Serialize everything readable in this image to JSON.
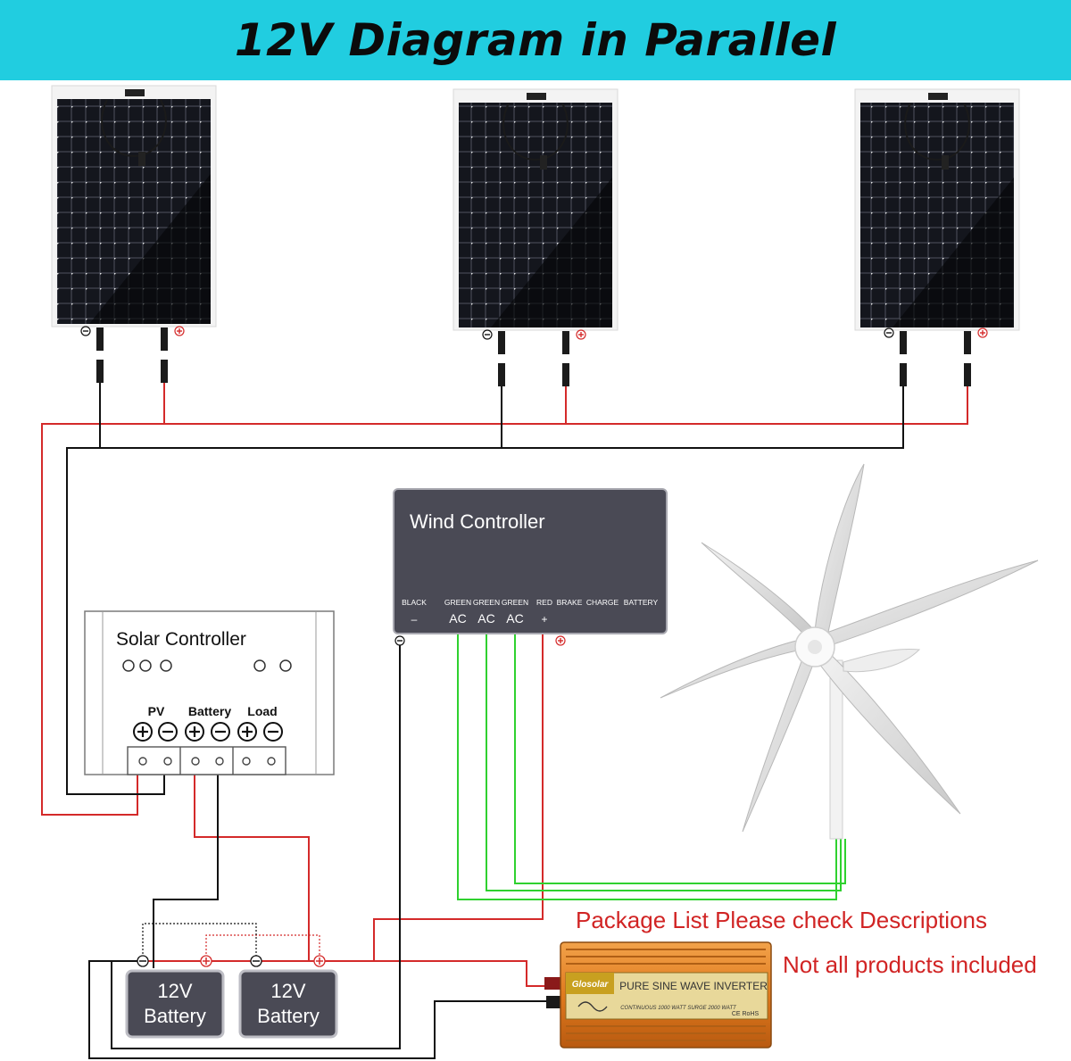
{
  "title": "12V Diagram in Parallel",
  "wind_controller": {
    "title": "Wind Controller",
    "terminals": [
      {
        "top": "BLACK",
        "sign": "–"
      },
      {
        "top": "GREEN",
        "sign": "AC"
      },
      {
        "top": "GREEN",
        "sign": "AC"
      },
      {
        "top": "GREEN",
        "sign": "AC"
      },
      {
        "top": "RED",
        "sign": "+"
      },
      {
        "top": "BRAKE",
        "sign": ""
      },
      {
        "top": "CHARGE",
        "sign": ""
      },
      {
        "top": "BATTERY",
        "sign": ""
      }
    ]
  },
  "solar_controller": {
    "title": "Solar Controller",
    "groups": [
      "PV",
      "Battery",
      "Load"
    ]
  },
  "batteries": [
    {
      "line1": "12V",
      "line2": "Battery"
    },
    {
      "line1": "12V",
      "line2": "Battery"
    }
  ],
  "inverter": {
    "brand": "Glosolar",
    "name": "PURE SINE WAVE INVERTER",
    "spec": "CONTINUOUS 1000 WATT SURGE 2000 WATT",
    "marks": "CE RoHS"
  },
  "notes": {
    "package": "Package List Please check Descriptions",
    "disclaimer": "Not all products included"
  },
  "colors": {
    "title_bar": "#21cde0",
    "wire_positive": "#d42a2a",
    "wire_negative": "#111111",
    "wire_ac": "#2fd12f",
    "controller_body": "#4a4a55",
    "inverter_body": "#e8862a"
  },
  "icons": [
    "minus-terminal-icon",
    "plus-terminal-icon",
    "solar-panel",
    "wind-turbine",
    "mc4-connector-icon"
  ]
}
